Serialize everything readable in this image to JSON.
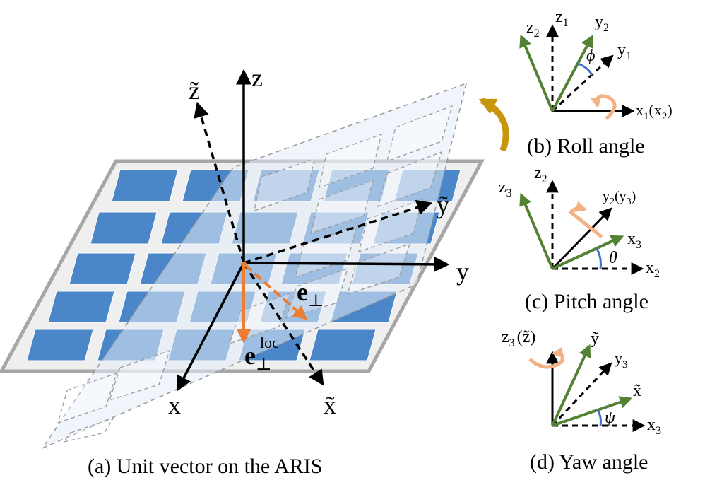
{
  "colors": {
    "axis": "#000000",
    "rotated_axis_green": "#548235",
    "orange_vector": "#ED7D31",
    "rotation_arc_light": "#F4B183",
    "rotation_arrow_gold": "#C8960C",
    "angle_arc_blue": "#4472C4",
    "panel_frame": "#a6a6a6",
    "panel_fill": "#efefef",
    "element_blue": "#4a86c8"
  },
  "panel_a": {
    "caption": "(a) Unit vector on the ARIS",
    "axis_z": "z",
    "axis_y": "y",
    "axis_x": "x",
    "axis_z_tilde": "z̃",
    "axis_y_tilde": "ỹ",
    "axis_x_tilde": "x̃",
    "e_perp_main": "e",
    "e_perp_sub": "⊥",
    "e_loc_main": "e",
    "e_loc_sub": "⊥",
    "e_loc_sup": "loc"
  },
  "panel_b": {
    "caption": "(b) Roll angle",
    "z2": "z",
    "z2_sub": "2",
    "z1": "z",
    "z1_sub": "1",
    "y2": "y",
    "y2_sub": "2",
    "y1": "y",
    "y1_sub": "1",
    "angle": "ϕ",
    "x1": "x",
    "x1_sub": "1",
    "x1_paren": "(x",
    "x1_paren_sub": "2",
    "x1_close": ")"
  },
  "panel_c": {
    "caption": "(c) Pitch angle",
    "z2": "z",
    "z2_sub": "2",
    "z3": "z",
    "z3_sub": "3",
    "y2": "y",
    "y2_sub": "2",
    "y3_paren": "(y",
    "y3_sub": "3",
    "y3_close": ")",
    "x3": "x",
    "x3_sub": "3",
    "angle": "θ",
    "x2": "x",
    "x2_sub": "2"
  },
  "panel_d": {
    "caption": "(d) Yaw angle",
    "z3": "z",
    "z3_sub": "3",
    "z_tilde_paren": "(z̃)",
    "y_tilde": "ỹ",
    "y3": "y",
    "y3_sub": "3",
    "x_tilde": "x̃",
    "angle": "ψ",
    "x3": "x",
    "x3_sub": "3"
  }
}
